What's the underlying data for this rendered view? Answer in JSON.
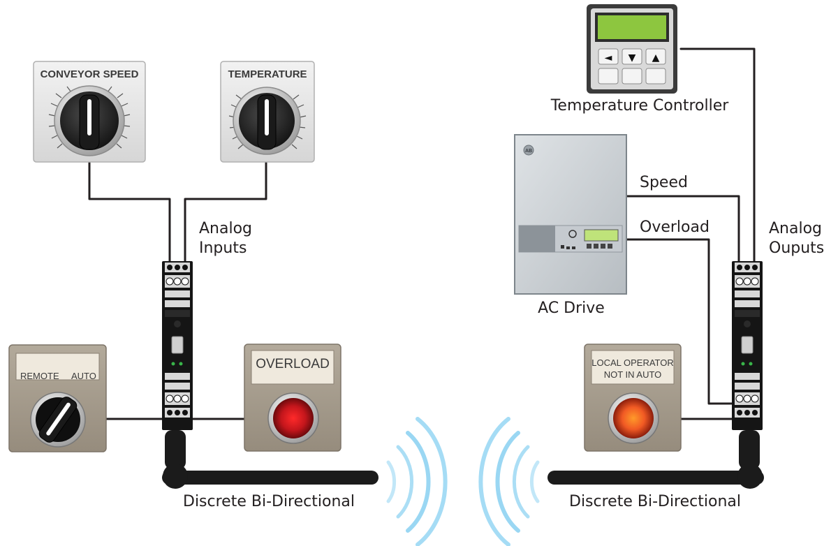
{
  "labels": {
    "analog_inputs_line1": "Analog",
    "analog_inputs_line2": "Inputs",
    "analog_outputs_line1": "Analog",
    "analog_outputs_line2": "Ouputs",
    "speed": "Speed",
    "overload": "Overload",
    "ac_drive": "AC Drive",
    "temperature_controller": "Temperature Controller",
    "discrete_left": "Discrete Bi-Directional",
    "discrete_right": "Discrete Bi-Directional"
  },
  "knobs": {
    "conveyor_speed": "CONVEYOR SPEED",
    "temperature": "TEMPERATURE"
  },
  "selector_switch": {
    "left_position": "REMOTE",
    "right_position": "AUTO"
  },
  "indicators": {
    "overload": "OVERLOAD",
    "local_operator_line1": "LOCAL OPERATOR",
    "local_operator_line2": "NOT IN AUTO"
  },
  "controller_keys": [
    "◄",
    "▼",
    "▲"
  ],
  "drive_logo": "AB",
  "colors": {
    "wire": "#231f20",
    "plate": "#a79d8e",
    "lcd": "#8dc63f",
    "signal": "#8fd3f2",
    "lamp_red": "#c4161c",
    "lamp_orange": "#f15a24"
  }
}
